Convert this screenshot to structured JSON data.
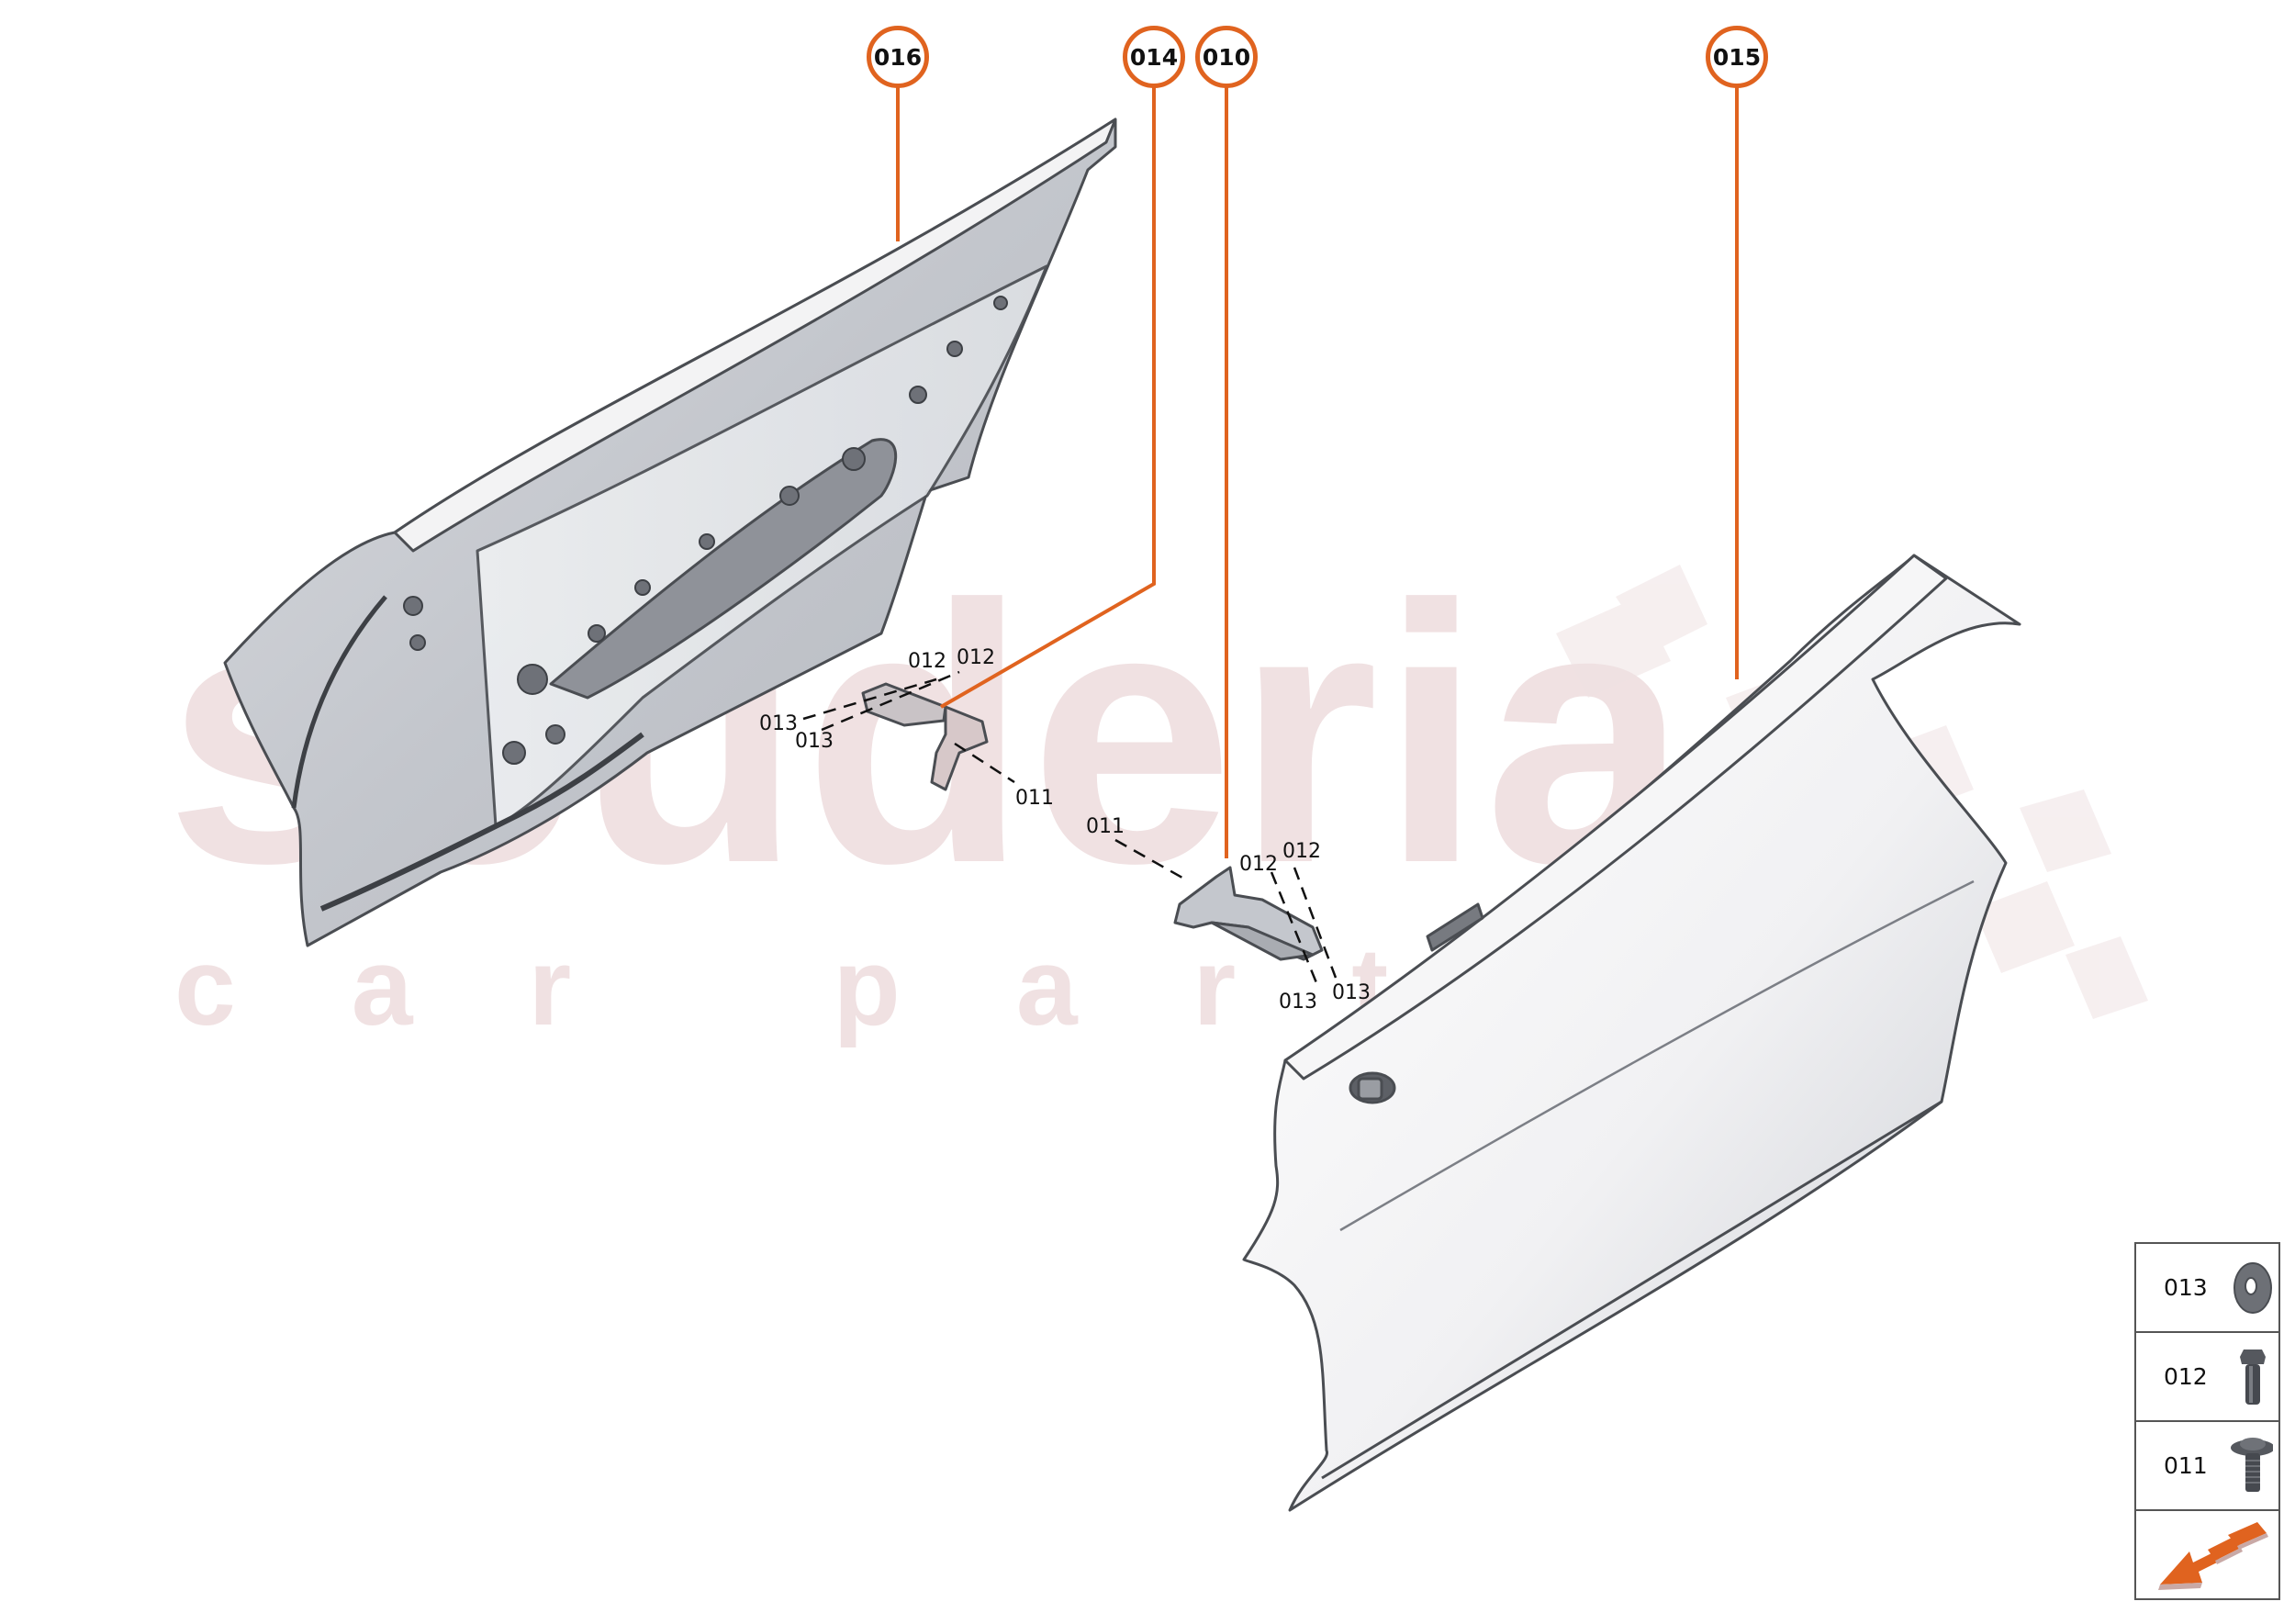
{
  "watermark": {
    "brand": "scuderia",
    "tagline": "car parts",
    "color": "#f0e1e2"
  },
  "colors": {
    "accent": "#e0631f",
    "outline": "#4a4d52",
    "metal_light": "#e4e6ea",
    "metal_mid": "#c7cad0",
    "metal_dark": "#8d9097"
  },
  "callouts": [
    {
      "id": "016",
      "label": "016",
      "part": "door-inner-left"
    },
    {
      "id": "014",
      "label": "014",
      "part": "hinge-upper"
    },
    {
      "id": "010",
      "label": "010",
      "part": "hinge-lower"
    },
    {
      "id": "015",
      "label": "015",
      "part": "door-outer-right"
    }
  ],
  "part_labels": {
    "upper_hinge": [
      {
        "label": "012"
      },
      {
        "label": "012"
      },
      {
        "label": "013"
      },
      {
        "label": "013"
      },
      {
        "label": "011"
      }
    ],
    "lower_hinge": [
      {
        "label": "011"
      },
      {
        "label": "012"
      },
      {
        "label": "012"
      },
      {
        "label": "013"
      },
      {
        "label": "013"
      }
    ]
  },
  "legend": {
    "items": [
      {
        "code": "013",
        "icon": "washer-icon"
      },
      {
        "code": "012",
        "icon": "screw-icon"
      },
      {
        "code": "011",
        "icon": "flange-bolt-icon"
      }
    ],
    "nav_icon": "orientation-arrow-icon"
  }
}
